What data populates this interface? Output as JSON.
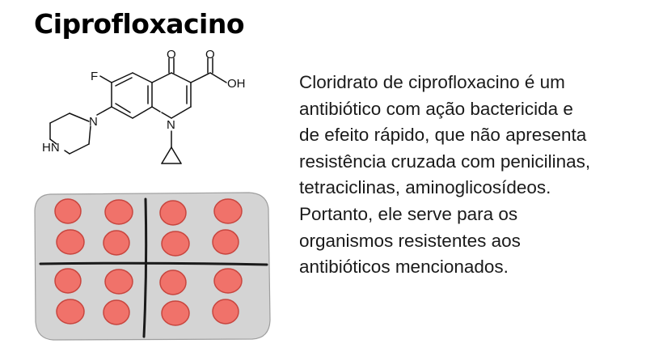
{
  "title": "Ciprofloxacino",
  "molecule": {
    "atom_labels": {
      "F": "F",
      "O_ketone": "O",
      "O_acid": "O",
      "OH": "OH",
      "N_piperazine": "N",
      "N_ring": "N",
      "HN": "HN"
    }
  },
  "description": {
    "lines": [
      "Cloridrato de ciprofloxacino é um",
      "antibiótico com ação bactericida e",
      "de efeito rápido, que não apresenta",
      "resistência cruzada com penicilinas,",
      "tetraciclinas, aminoglicosídeos.",
      "Portanto, ele serve para os",
      "organismos resistentes aos",
      "antibióticos mencionados."
    ]
  },
  "colors": {
    "pill_fill": "#f0726a",
    "pill_stroke": "#c8453e",
    "blister_fill": "#d4d4d4",
    "line": "#1a1a1a"
  }
}
